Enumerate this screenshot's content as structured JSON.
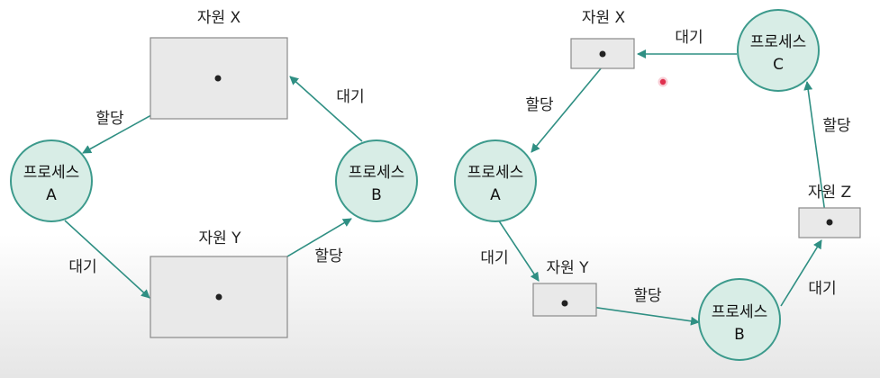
{
  "colors": {
    "edge": "#2f8f83",
    "process_fill": "#d8ede6",
    "process_stroke": "#3c9a8c",
    "resource_fill": "#e9e9e9",
    "resource_stroke": "#8a8a8a",
    "cursor": "#e0304e"
  },
  "left": {
    "resources": {
      "x": "자원 X",
      "y": "자원 Y"
    },
    "processes": {
      "a": {
        "name": "프로세스",
        "id": "A"
      },
      "b": {
        "name": "프로세스",
        "id": "B"
      }
    },
    "edges": {
      "x_to_a": "할당",
      "a_to_y": "대기",
      "y_to_b": "할당",
      "b_to_x": "대기"
    }
  },
  "right": {
    "resources": {
      "x": "자원 X",
      "y": "자원 Y",
      "z": "자원 Z"
    },
    "processes": {
      "a": {
        "name": "프로세스",
        "id": "A"
      },
      "b": {
        "name": "프로세스",
        "id": "B"
      },
      "c": {
        "name": "프로세스",
        "id": "C"
      }
    },
    "edges": {
      "c_to_x": "대기",
      "x_to_a": "할당",
      "a_to_y": "대기",
      "y_to_b": "할당",
      "b_to_z": "대기",
      "z_to_c": "할당"
    }
  }
}
